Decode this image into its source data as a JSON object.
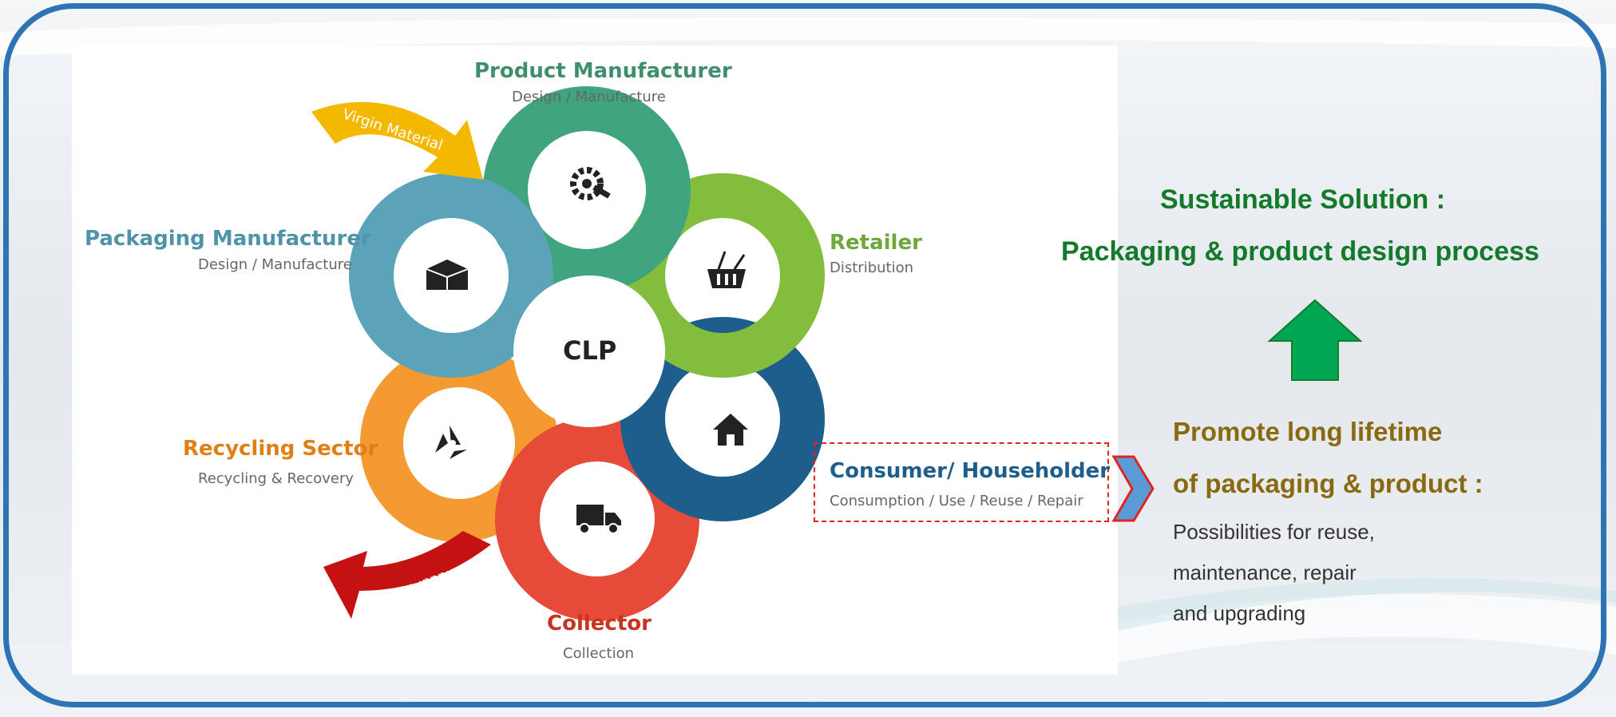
{
  "center_label": "CLP",
  "stages": {
    "product": {
      "name": "Product Manufacturer",
      "sub": "Design / Manufacture"
    },
    "packaging": {
      "name": "Packaging Manufacturer",
      "sub": "Design / Manufacture"
    },
    "retailer": {
      "name": "Retailer",
      "sub": "Distribution"
    },
    "consumer": {
      "name": "Consumer/ Householder",
      "sub": "Consumption / Use / Reuse / Repair"
    },
    "collector": {
      "name": "Collector",
      "sub": "Collection"
    },
    "recycling": {
      "name": "Recycling Sector",
      "sub": "Recycling & Recovery"
    }
  },
  "arrows": {
    "virgin": "Virgin Material",
    "residual": "Residual Waste"
  },
  "colors": {
    "product": "#3fa57f",
    "packaging": "#5aa3b8",
    "retailer": "#82bd3e",
    "consumer": "#1e5e8c",
    "collector": "#e64a38",
    "recycling": "#f59a30",
    "virgin": "#f5b800",
    "residual": "#c41212",
    "frame": "#2e74b5",
    "up_arrow": "#00a651"
  },
  "icons": [
    "gear-wrench-icon",
    "basket-icon",
    "house-icon",
    "truck-icon",
    "recycle-icon",
    "box-icon"
  ],
  "right": {
    "title_line1": "Sustainable Solution :",
    "title_line2": "Packaging & product design process",
    "promote_line1": "Promote long lifetime",
    "promote_line2": "of packaging & product :",
    "body_line1": "Possibilities for reuse,",
    "body_line2": "maintenance, repair",
    "body_line3": "and upgrading"
  }
}
